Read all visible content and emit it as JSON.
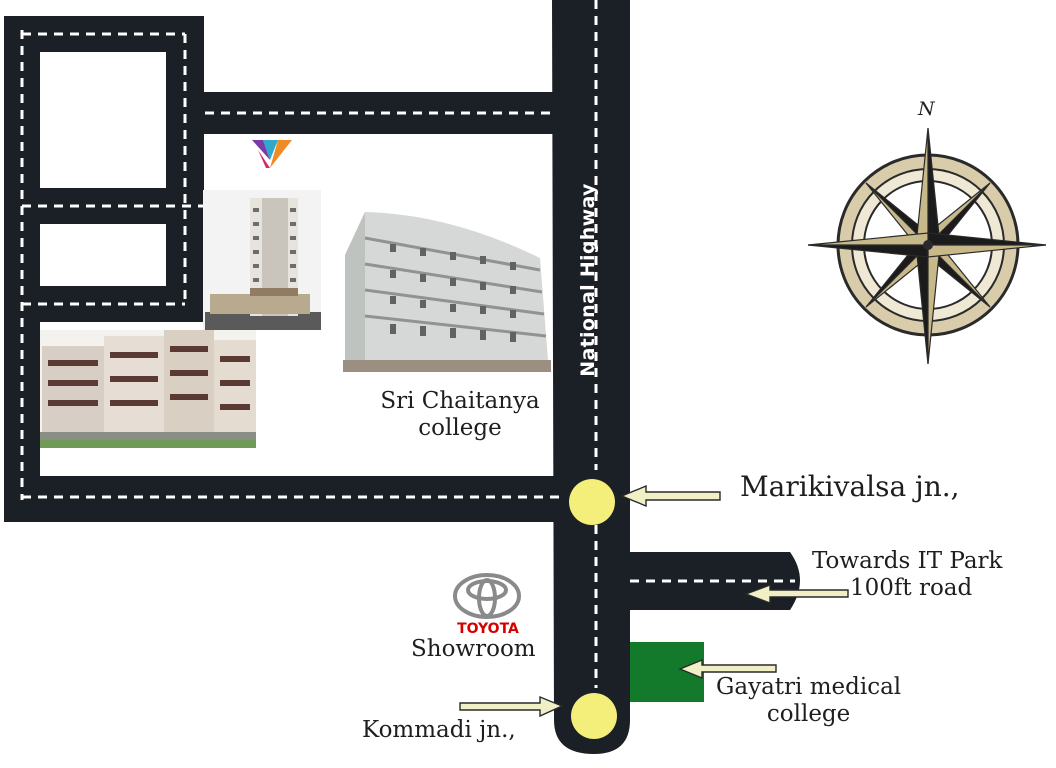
{
  "map": {
    "highway_label": "National Highway",
    "compass_north": "N",
    "landmarks": {
      "college_line1": "Sri Chaitanya",
      "college_line2": "college",
      "marikivalsa": "Marikivalsa jn.,",
      "it_park_line1": "Towards IT Park",
      "it_park_line2": "100ft road",
      "toyota_brand": "TOYOTA",
      "toyota_showroom": "Showroom",
      "gayatri_line1": "Gayatri medical",
      "gayatri_line2": "college",
      "kommadi": "Kommadi jn.,"
    },
    "colors": {
      "road": "#1b1f26",
      "road_dash": "#ffffff",
      "junction": "#f4ee7a",
      "arrow": "#f1efc6",
      "medical_college": "#137a2c",
      "compass_gold": "#c8b98a",
      "logo_red": "#d40000"
    }
  }
}
